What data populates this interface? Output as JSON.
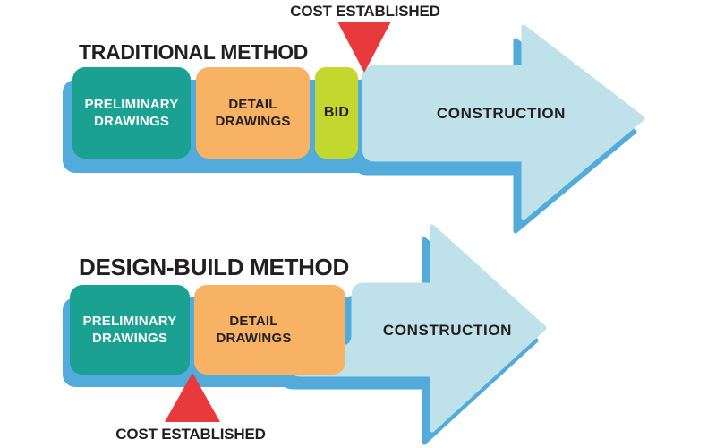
{
  "colors": {
    "teal": "#1aa192",
    "orange": "#f8b264",
    "bid-green": "#c3d82f",
    "arrow-blue": "#bfe1ea",
    "shadow-blue": "#52abdb",
    "marker-red": "#e8393c",
    "text-dark": "#231f20",
    "text-light": "#ffffff"
  },
  "methods": [
    {
      "heading": "TRADITIONAL METHOD",
      "phases": [
        {
          "label": "PRELIMINARY\nDRAWINGS"
        },
        {
          "label": "DETAIL\nDRAWINGS"
        },
        {
          "label": "BID"
        }
      ],
      "arrow_label": "CONSTRUCTION",
      "cost_marker": {
        "label": "COST ESTABLISHED",
        "direction": "down"
      }
    },
    {
      "heading": "DESIGN-BUILD METHOD",
      "phases": [
        {
          "label": "PRELIMINARY\nDRAWINGS"
        },
        {
          "label": "DETAIL\nDRAWINGS"
        }
      ],
      "arrow_label": "CONSTRUCTION",
      "cost_marker": {
        "label": "COST ESTABLISHED",
        "direction": "up"
      }
    }
  ]
}
